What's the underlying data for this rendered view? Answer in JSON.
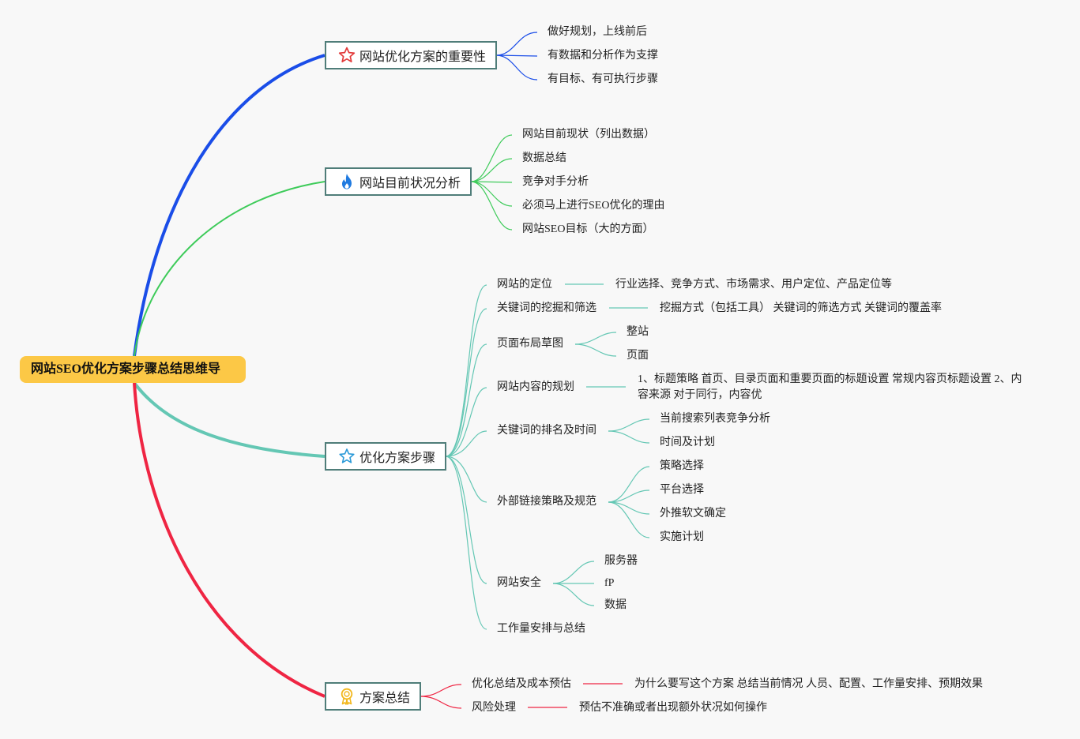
{
  "root": {
    "label": "网站SEO优化方案步骤总结思维导"
  },
  "colors": {
    "branch1": "#1a4de8",
    "branch2": "#3ecb5a",
    "branch3": "#64c7b4",
    "branch4": "#ef2543",
    "star": "#e23a3a",
    "flame": "#1f7ae0",
    "star_outline": "#2b9ad8",
    "medal": "#f2b71c"
  },
  "branches": [
    {
      "label": "网站优化方案的重要性",
      "icon": "star-icon",
      "children": [
        {
          "label": "做好规划，上线前后"
        },
        {
          "label": "有数据和分析作为支撑"
        },
        {
          "label": "有目标、有可执行步骤"
        }
      ]
    },
    {
      "label": "网站目前状况分析",
      "icon": "flame-icon",
      "children": [
        {
          "label": "网站目前现状（列出数据）"
        },
        {
          "label": "数据总结"
        },
        {
          "label": "竞争对手分析"
        },
        {
          "label": "必须马上进行SEO优化的理由"
        },
        {
          "label": "网站SEO目标（大的方面）"
        }
      ]
    },
    {
      "label": "优化方案步骤",
      "icon": "star-outline-icon",
      "children": [
        {
          "label": "网站的定位",
          "children": [
            {
              "label": "行业选择、竞争方式、市场需求、用户定位、产品定位等"
            }
          ]
        },
        {
          "label": "关键词的挖掘和筛选",
          "children": [
            {
              "label": "挖掘方式（包括工具） 关键词的筛选方式 关键词的覆盖率"
            }
          ]
        },
        {
          "label": "页面布局草图",
          "children": [
            {
              "label": "整站"
            },
            {
              "label": "页面"
            }
          ]
        },
        {
          "label": "网站内容的规划",
          "children": [
            {
              "label": "1、标题策略 首页、目录页面和重要页面的标题设置 常规内容页标题设置 2、内容来源 对于同行，内容优"
            }
          ]
        },
        {
          "label": "关键词的排名及时间",
          "children": [
            {
              "label": "当前搜索列表竞争分析"
            },
            {
              "label": "时间及计划"
            }
          ]
        },
        {
          "label": "外部链接策略及规范",
          "children": [
            {
              "label": "策略选择"
            },
            {
              "label": "平台选择"
            },
            {
              "label": "外推软文确定"
            },
            {
              "label": "实施计划"
            }
          ]
        },
        {
          "label": "网站安全",
          "children": [
            {
              "label": "服务器"
            },
            {
              "label": "fP"
            },
            {
              "label": "数据"
            }
          ]
        },
        {
          "label": "工作量安排与总结"
        }
      ]
    },
    {
      "label": "方案总结",
      "icon": "medal-icon",
      "children": [
        {
          "label": "优化总结及成本预估",
          "children": [
            {
              "label": "为什么要写这个方案 总结当前情况 人员、配置、工作量安排、预期效果"
            }
          ]
        },
        {
          "label": "风险处理",
          "children": [
            {
              "label": "预估不准确或者出现额外状况如何操作"
            }
          ]
        }
      ]
    }
  ]
}
